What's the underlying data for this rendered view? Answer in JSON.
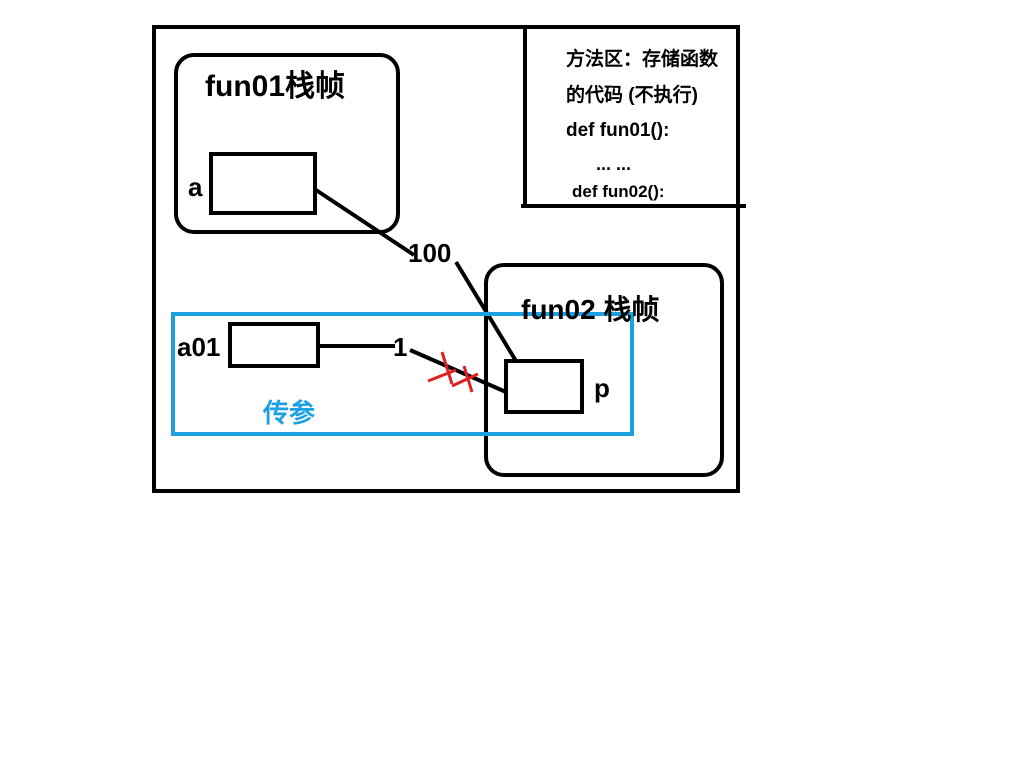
{
  "fun01_frame": {
    "title": "fun01栈帧",
    "var_name": "a"
  },
  "fun02_frame": {
    "title": "fun02 栈帧",
    "var_name": "p"
  },
  "caller_var": {
    "name": "a01"
  },
  "values": {
    "v100": "100",
    "v1": "1"
  },
  "method_area": {
    "line1": "方法区：存储函数",
    "line2": "的代码 (不执行)",
    "line3": "def fun01():",
    "line4": "... ...",
    "line5": "def fun02():"
  },
  "pass_param_label": "传参",
  "colors": {
    "stroke": "#000000",
    "highlight": "#1ba1e2",
    "cross": "#e02020"
  }
}
